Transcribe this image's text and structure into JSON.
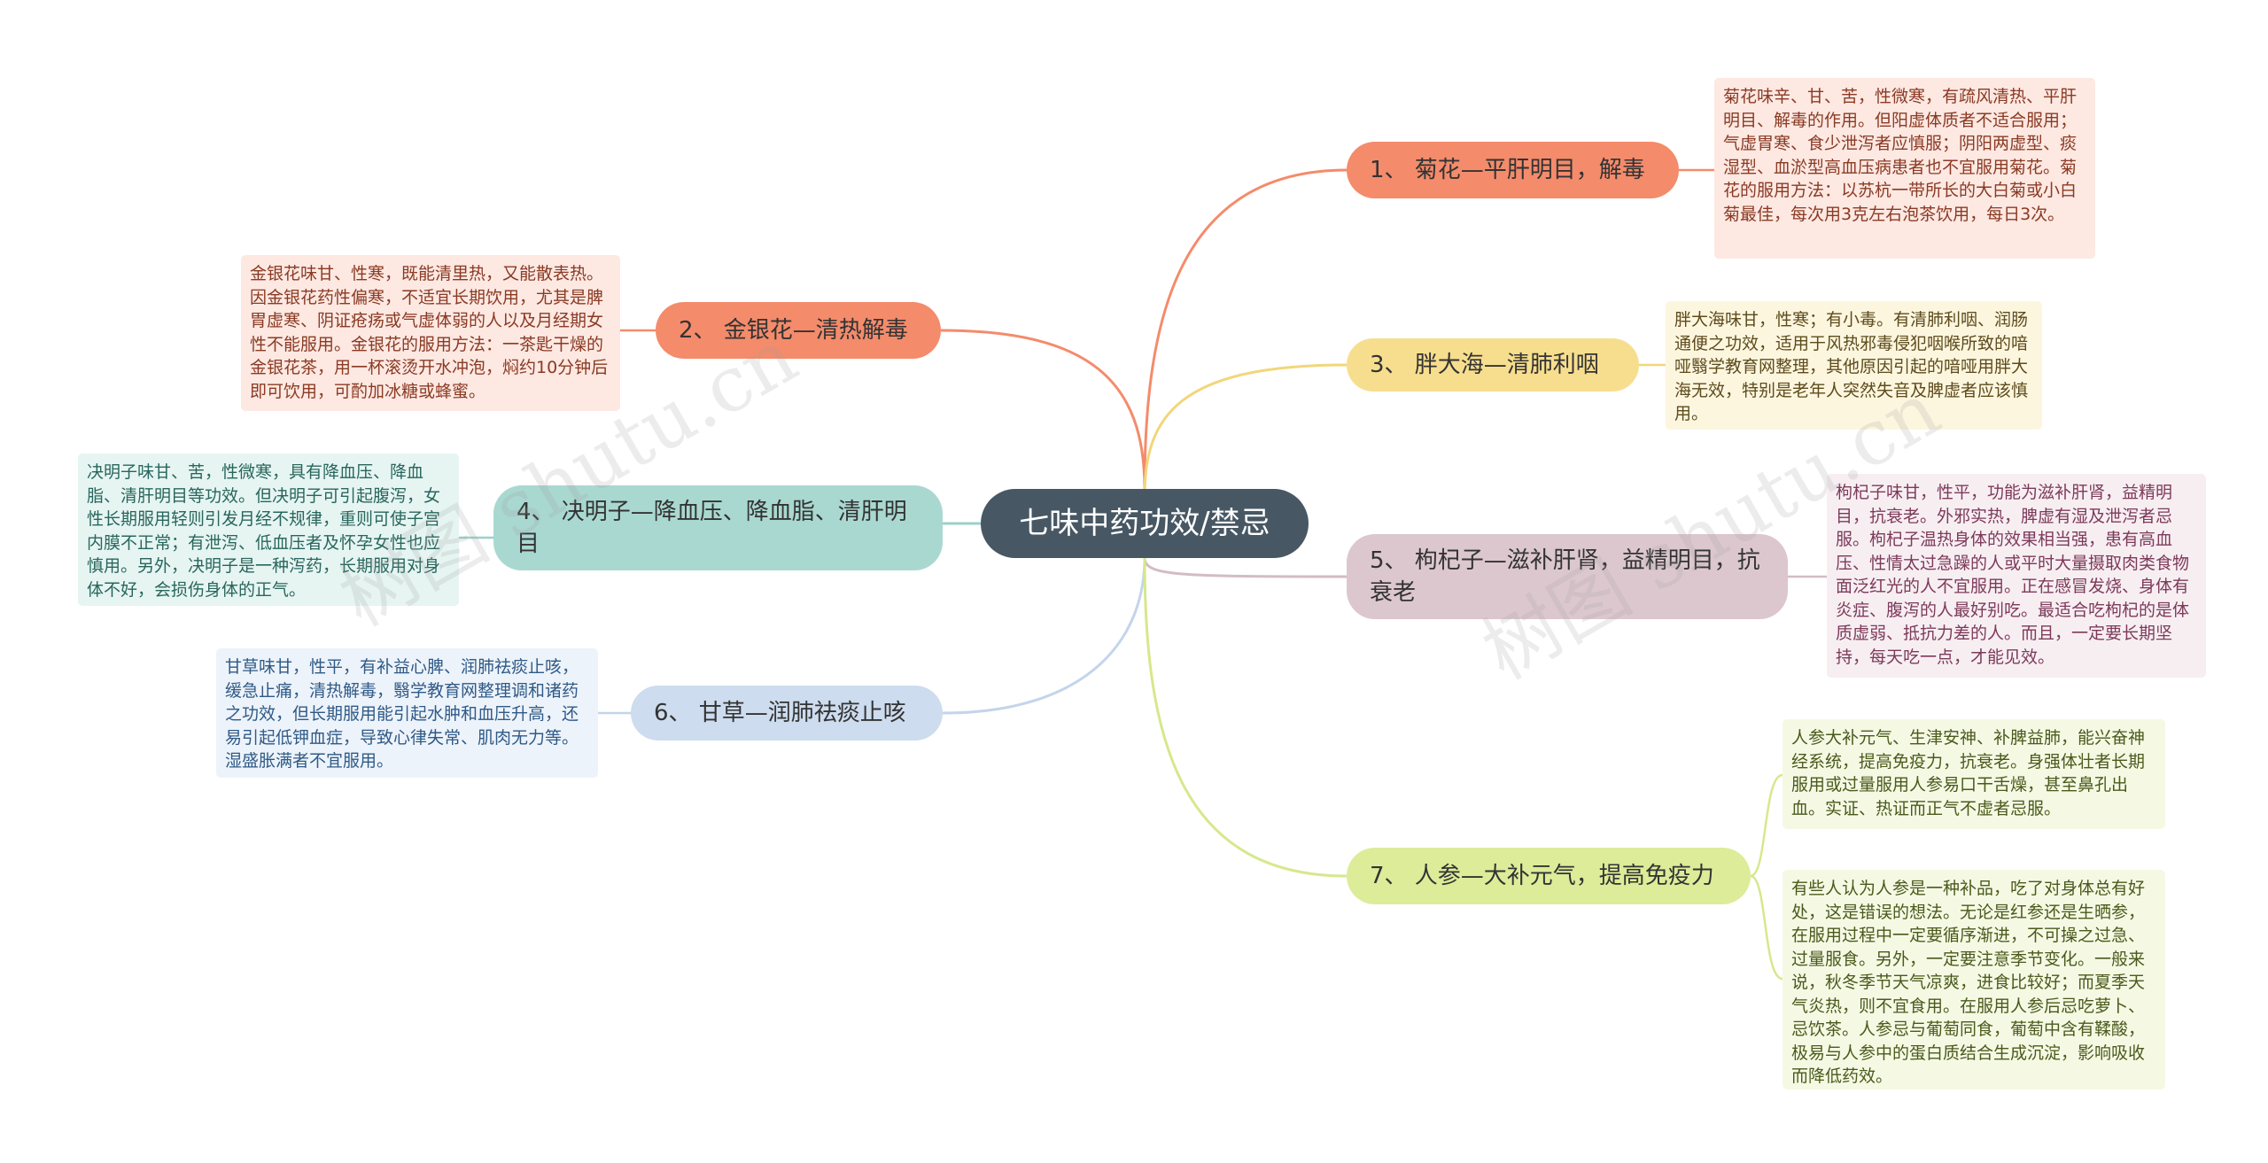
{
  "title": "七味中药功效/禁忌",
  "colors": {
    "center": "#475763",
    "b1": "#f48b6b",
    "b2": "#f48b6b",
    "b3": "#f7de8e",
    "b4": "#a9d8d1",
    "b5": "#dcc7cf",
    "b6": "#cddcee",
    "b7": "#dcec99"
  },
  "watermarks": [
    "树图 shutu.cn",
    "树图 shutu.cn"
  ],
  "branches": [
    {
      "label": "1、 菊花—平肝明目，解毒",
      "note": "菊花味辛、甘、苦，性微寒，有疏风清热、平肝明目、解毒的作用。但阳虚体质者不适合服用；气虚胃寒、食少泄泻者应慎服；阴阳两虚型、痰湿型、血淤型高血压病患者也不宜服用菊花。菊花的服用方法：以苏杭一带所长的大白菊或小白菊最佳，每次用3克左右泡茶饮用，每日3次。"
    },
    {
      "label": "2、 金银花—清热解毒",
      "note": "金银花味甘、性寒，既能清里热，又能散表热。因金银花药性偏寒，不适宜长期饮用，尤其是脾胃虚寒、阴证疮疡或气虚体弱的人以及月经期女性不能服用。金银花的服用方法：一茶匙干燥的金银花茶，用一杯滚烫开水冲泡，焖约10分钟后即可饮用，可酌加冰糖或蜂蜜。"
    },
    {
      "label": "3、 胖大海—清肺利咽",
      "note": "胖大海味甘，性寒；有小毒。有清肺利咽、润肠通便之功效，适用于风热邪毒侵犯咽喉所致的喑哑翳学教育网整理，其他原因引起的喑哑用胖大海无效，特别是老年人突然失音及脾虚者应该慎用。"
    },
    {
      "label": "4、 决明子—降血压、降血脂、清肝明目",
      "note": "决明子味甘、苦，性微寒，具有降血压、降血脂、清肝明目等功效。但决明子可引起腹泻，女性长期服用轻则引发月经不规律，重则可使子宫内膜不正常；有泄泻、低血压者及怀孕女性也应慎用。另外，决明子是一种泻药，长期服用对身体不好，会损伤身体的正气。"
    },
    {
      "label": "5、 枸杞子—滋补肝肾，益精明目，抗衰老",
      "note": "枸杞子味甘，性平，功能为滋补肝肾，益精明目，抗衰老。外邪实热，脾虚有湿及泄泻者忌服。枸杞子温热身体的效果相当强，患有高血压、性情太过急躁的人或平时大量摄取肉类食物面泛红光的人不宜服用。正在感冒发烧、身体有炎症、腹泻的人最好别吃。最适合吃枸杞的是体质虚弱、抵抗力差的人。而且，一定要长期坚持，每天吃一点，才能见效。"
    },
    {
      "label": "6、 甘草—润肺祛痰止咳",
      "note": "甘草味甘，性平，有补益心脾、润肺祛痰止咳，缓急止痛，清热解毒，翳学教育网整理调和诸药之功效，但长期服用能引起水肿和血压升高，还易引起低钾血症，导致心律失常、肌肉无力等。湿盛胀满者不宜服用。"
    },
    {
      "label": "7、 人参—大补元气，提高免疫力",
      "note": "人参大补元气、生津安神、补脾益肺，能兴奋神经系统，提高免疫力，抗衰老。身强体壮者长期服用或过量服用人参易口干舌燥，甚至鼻孔出血。实证、热证而正气不虚者忌服。",
      "note2": "有些人认为人参是一种补品，吃了对身体总有好处，这是错误的想法。无论是红参还是生晒参，在服用过程中一定要循序渐进，不可操之过急、过量服食。另外，一定要注意季节变化。一般来说，秋冬季节天气凉爽，进食比较好；而夏季天气炎热，则不宜食用。在服用人参后忌吃萝卜、忌饮茶。人参忌与葡萄同食，葡萄中含有鞣酸，极易与人参中的蛋白质结合生成沉淀，影响吸收而降低药效。"
    }
  ]
}
